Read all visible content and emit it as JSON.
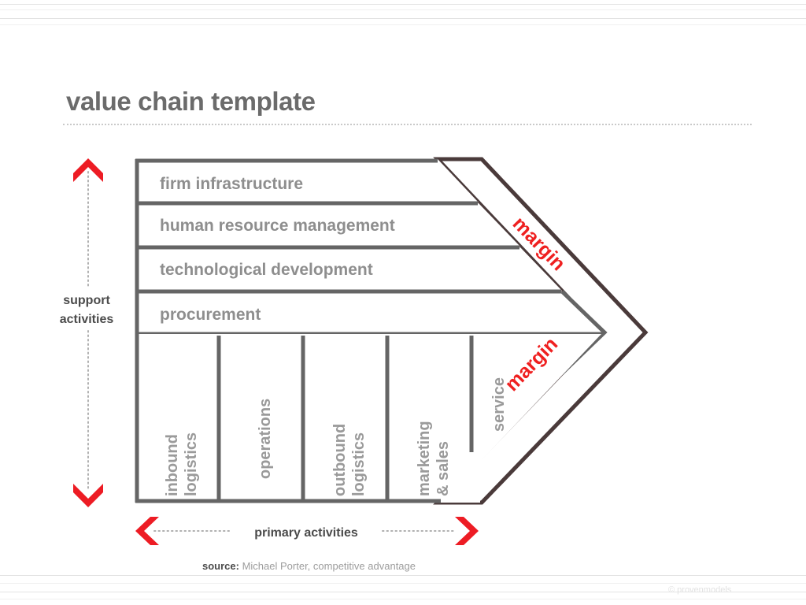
{
  "page": {
    "title": "value chain template"
  },
  "colors": {
    "accent_red": "#ef2020",
    "margin_band": "#4a3a3a",
    "box_border": "#656565",
    "label_gray": "#8e8e8e",
    "title_gray": "#6b6b6b"
  },
  "diagram": {
    "support_label_line1": "support",
    "support_label_line2": "activities",
    "primary_label": "primary activities",
    "support_activities": [
      {
        "label": "firm infrastructure"
      },
      {
        "label": "human resource management"
      },
      {
        "label": "technological development"
      },
      {
        "label": "procurement"
      }
    ],
    "primary_activities": [
      {
        "line1": "inbound",
        "line2": "logistics"
      },
      {
        "line1": "operations",
        "line2": ""
      },
      {
        "line1": "outbound",
        "line2": "logistics"
      },
      {
        "line1": "marketing",
        "line2": "& sales"
      },
      {
        "line1": "service",
        "line2": ""
      }
    ],
    "margin_upper": "margin",
    "margin_lower": "margin"
  },
  "footer": {
    "source_key": "source:",
    "source_value": "Michael Porter, competitive advantage",
    "copyright": "© provenmodels"
  }
}
